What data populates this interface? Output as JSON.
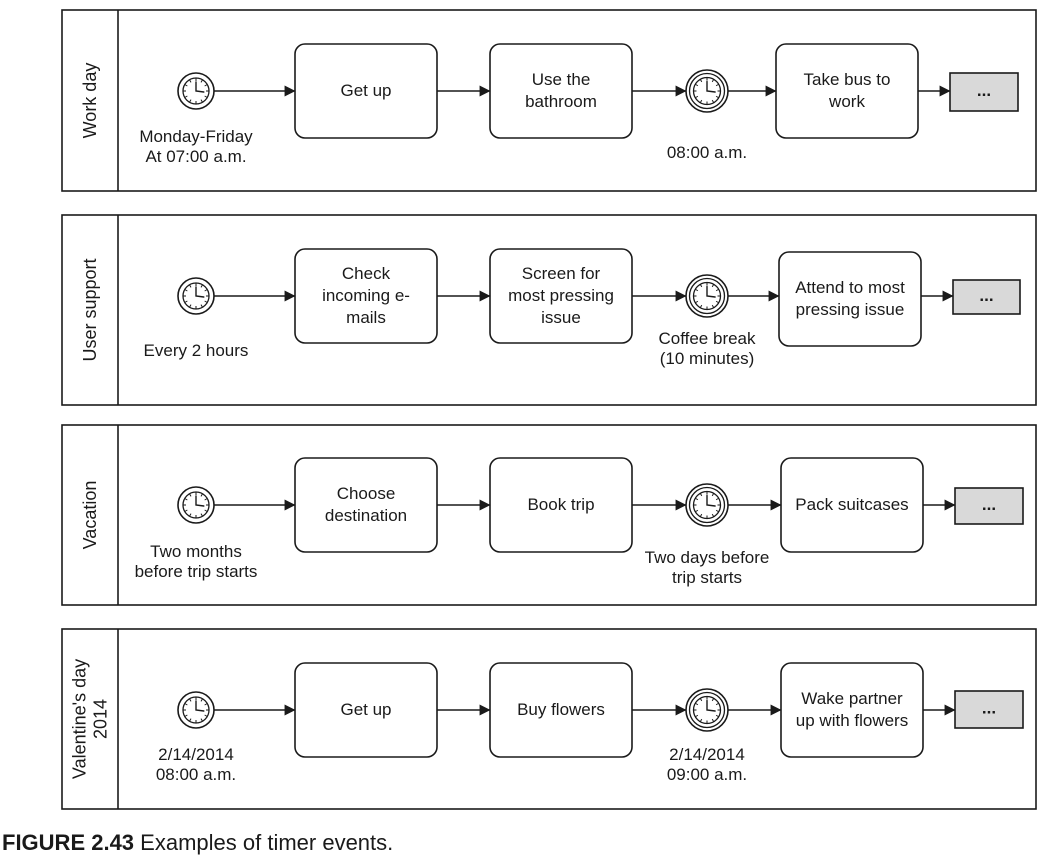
{
  "lanes": [
    {
      "title": [
        "Work day"
      ],
      "start_label": [
        "Monday-Friday",
        "At 07:00 a.m."
      ],
      "tasks": [
        [
          "Get up"
        ],
        [
          "Use the",
          "bathroom"
        ],
        [
          "Take bus to",
          "work"
        ]
      ],
      "timer_label": [
        "08:00 a.m."
      ],
      "more": "..."
    },
    {
      "title": [
        "User support"
      ],
      "start_label": [
        "Every 2 hours"
      ],
      "tasks": [
        [
          "Check",
          "incoming e-",
          "mails"
        ],
        [
          "Screen for",
          "most pressing",
          "issue"
        ],
        [
          "Attend to most",
          "pressing issue"
        ]
      ],
      "timer_label": [
        "Coffee break",
        "(10 minutes)"
      ],
      "more": "..."
    },
    {
      "title": [
        "Vacation"
      ],
      "start_label": [
        "Two months",
        "before trip starts"
      ],
      "tasks": [
        [
          "Choose",
          "destination"
        ],
        [
          "Book trip"
        ],
        [
          "Pack suitcases"
        ]
      ],
      "timer_label": [
        "Two days before",
        "trip starts"
      ],
      "more": "..."
    },
    {
      "title": [
        "Valentine's day",
        "2014"
      ],
      "start_label": [
        "2/14/2014",
        "08:00 a.m."
      ],
      "tasks": [
        [
          "Get up"
        ],
        [
          "Buy flowers"
        ],
        [
          "Wake partner",
          "up with flowers"
        ]
      ],
      "timer_label": [
        "2/14/2014",
        "09:00 a.m."
      ],
      "more": "..."
    }
  ],
  "icons": {
    "start_event": "timer-start-clock-icon",
    "intermediate_event": "timer-intermediate-clock-icon"
  },
  "caption": {
    "lead": "FIGURE 2.43",
    "text": "Examples of timer events."
  }
}
